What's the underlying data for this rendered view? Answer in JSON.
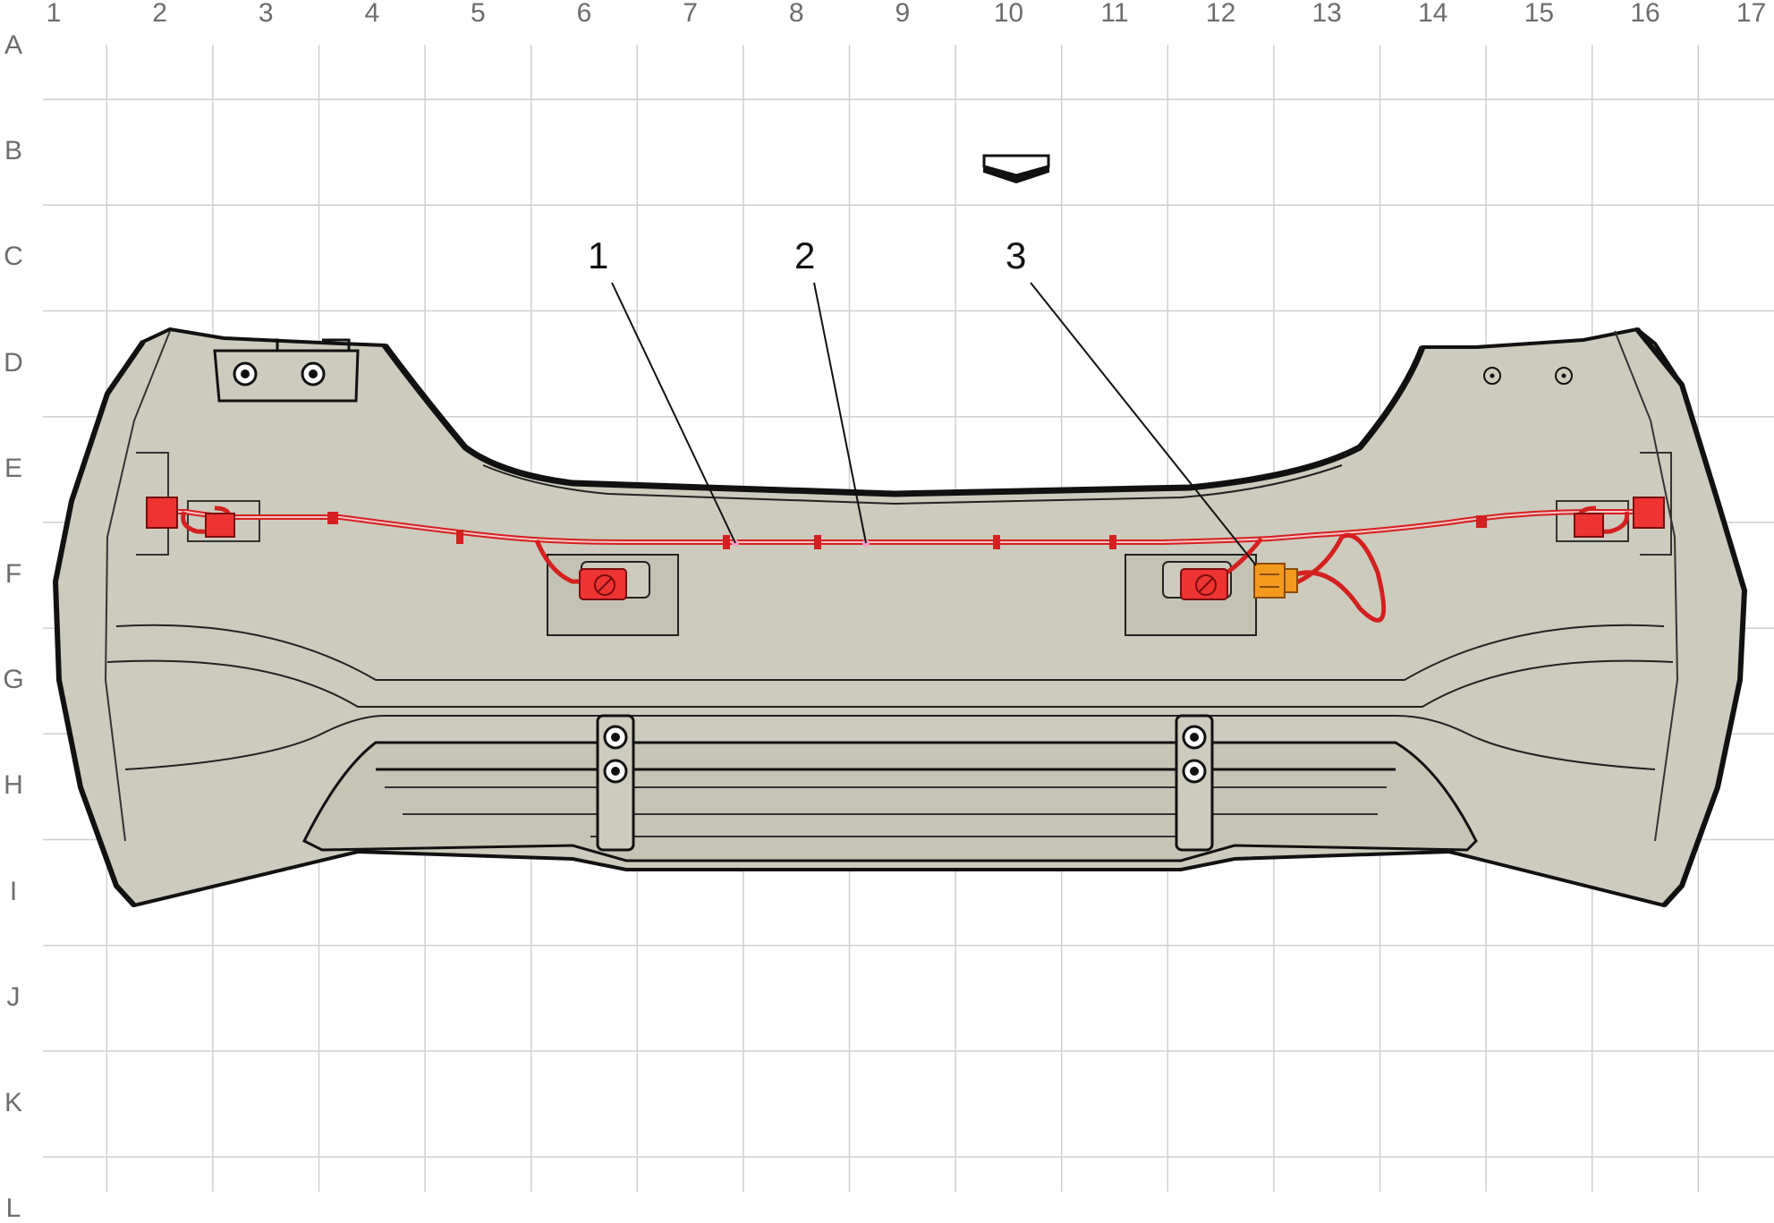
{
  "grid": {
    "columns": [
      "1",
      "2",
      "3",
      "4",
      "5",
      "6",
      "7",
      "8",
      "9",
      "10",
      "11",
      "12",
      "13",
      "14",
      "15",
      "16",
      "17"
    ],
    "rows": [
      "A",
      "B",
      "C",
      "D",
      "E",
      "F",
      "G",
      "H",
      "I",
      "J",
      "K",
      "L"
    ]
  },
  "callouts": [
    {
      "label": "1"
    },
    {
      "label": "2"
    },
    {
      "label": "3"
    }
  ],
  "colors": {
    "bumper_fill": "#cdcbbd",
    "bumper_stroke": "#111111",
    "harness": "#d42020",
    "harness_connector": "#ee3333",
    "highlight_connector": "#f39a1e",
    "grid_line": "#cfcfcf",
    "grid_label": "#6d6d6d"
  },
  "icons": {
    "direction_marker": "down-arrow-icon",
    "mount_stud": "bolt-icon"
  }
}
